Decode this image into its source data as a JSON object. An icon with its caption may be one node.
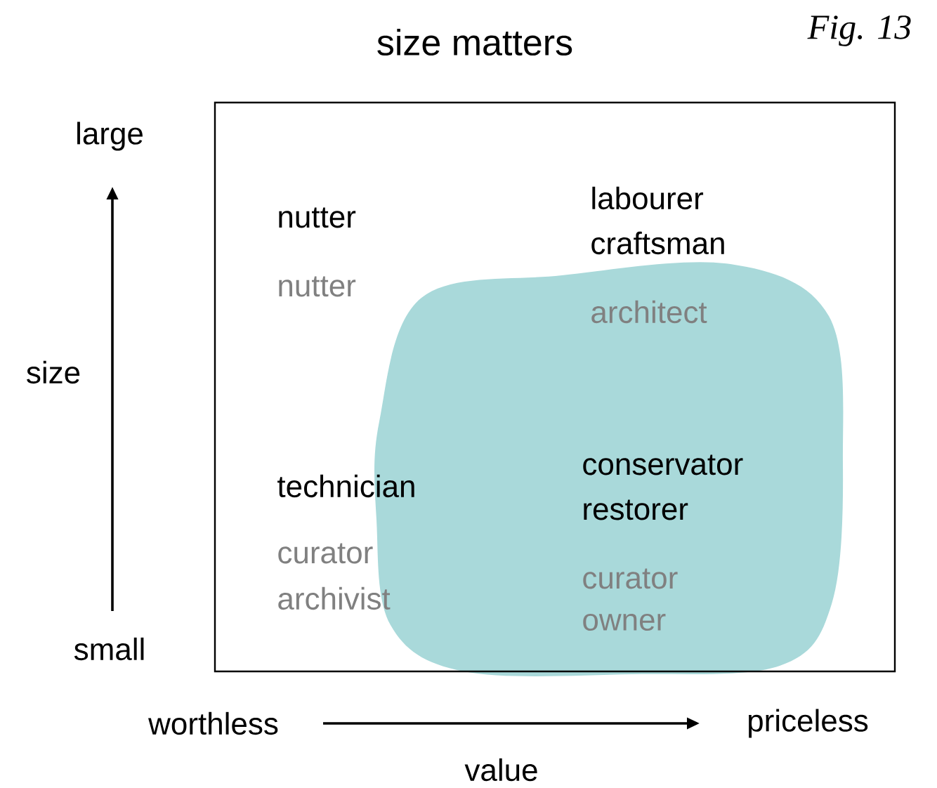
{
  "diagram": {
    "title": "size matters",
    "caption": "Fig. 13",
    "labels": [
      "large",
      "size",
      "small",
      "worthless",
      "priceless",
      "value",
      "nutter",
      "nutter",
      "labourer",
      "craftsman",
      "architect",
      "technician",
      "conservator",
      "restorer",
      "curator",
      "archivist",
      "curator",
      "owner"
    ]
  }
}
